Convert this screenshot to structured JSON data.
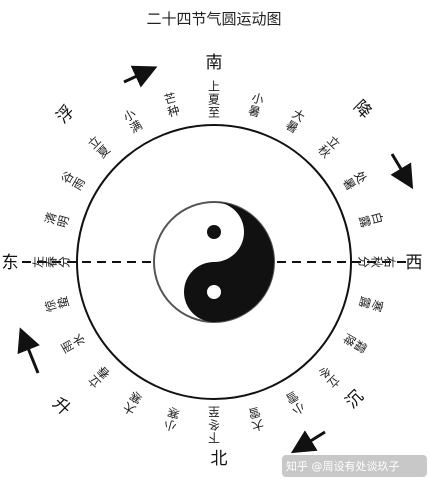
{
  "title": "二十四节气圆运动图",
  "cardinals": {
    "south": "南",
    "north": "北",
    "east": "东",
    "west": "西",
    "nw": "浮",
    "ne": "降",
    "sw": "升",
    "se": "沉"
  },
  "terms": [
    "上夏至",
    "小暑",
    "大暑",
    "立秋",
    "处暑",
    "白露",
    "右秋分",
    "寒露",
    "霜降",
    "立冬",
    "小雪",
    "大雪",
    "下冬至",
    "小寒",
    "大寒",
    "立春",
    "雨水",
    "惊蛰",
    "左春分",
    "清明",
    "谷雨",
    "立夏",
    "小满",
    "芒种"
  ],
  "watermark": "知乎 @周设有处谈玖子",
  "watermark_hint": "@周设有处谈玖子"
}
